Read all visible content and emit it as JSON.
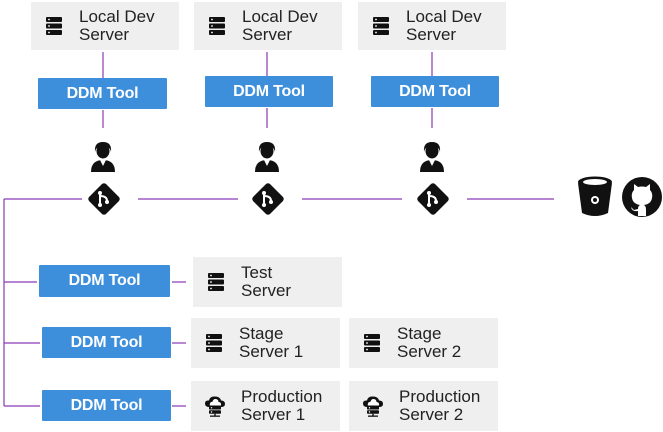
{
  "local_servers": [
    {
      "line1": "Local Dev",
      "line2": "Server"
    },
    {
      "line1": "Local Dev",
      "line2": "Server"
    },
    {
      "line1": "Local Dev",
      "line2": "Server"
    }
  ],
  "top_tools": [
    {
      "label": "DDM Tool"
    },
    {
      "label": "DDM Tool"
    },
    {
      "label": "DDM Tool"
    }
  ],
  "env_tools": [
    {
      "label": "DDM Tool"
    },
    {
      "label": "DDM Tool"
    },
    {
      "label": "DDM Tool"
    }
  ],
  "env_servers": {
    "test": {
      "line1": "Test",
      "line2": "Server"
    },
    "stage1": {
      "line1": "Stage",
      "line2": "Server 1"
    },
    "stage2": {
      "line1": "Stage",
      "line2": "Server 2"
    },
    "prod1": {
      "line1": "Production",
      "line2": "Server 1"
    },
    "prod2": {
      "line1": "Production",
      "line2": "Server 2"
    }
  },
  "colors": {
    "accent": "#3d8fdc",
    "connector": "#8a3ab9",
    "box": "#efefef",
    "icon": "#111111"
  },
  "icons": [
    "server-icon",
    "cloud-server-icon",
    "user-icon",
    "git-icon",
    "bitbucket-icon",
    "github-icon"
  ]
}
